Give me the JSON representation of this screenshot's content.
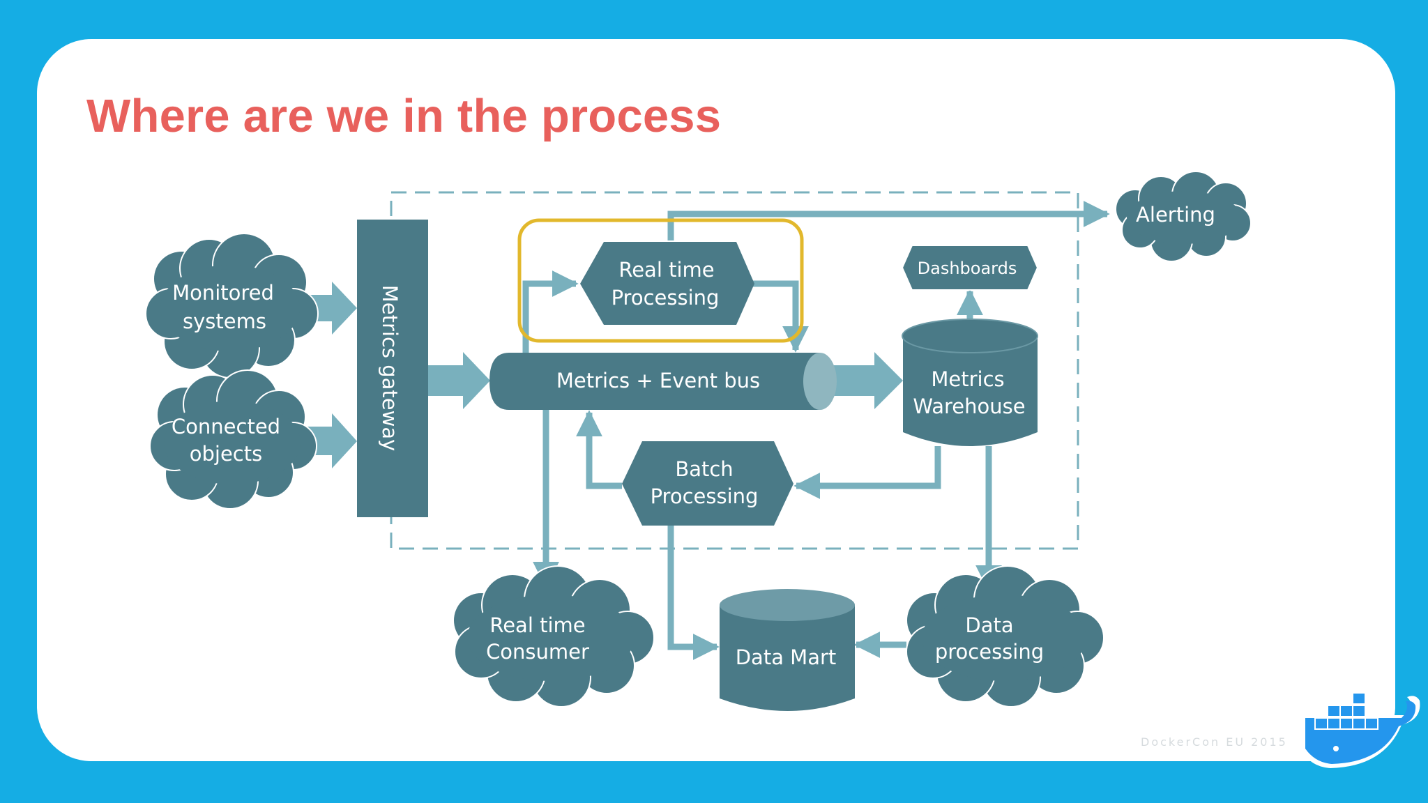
{
  "slide": {
    "title": "Where are we in the process",
    "footer": "DockerCon EU 2015"
  },
  "colors": {
    "background": "#15ade4",
    "title": "#e8605c",
    "node": "#4a7a87",
    "connector": "#79b0bd",
    "highlight": "#e2b82c"
  },
  "diagram": {
    "nodes": {
      "monitored_systems": [
        "Monitored",
        "systems"
      ],
      "connected_objects": [
        "Connected",
        "objects"
      ],
      "metrics_gateway": "Metrics gateway",
      "real_time_processing": [
        "Real time",
        "Processing"
      ],
      "dashboards": "Dashboards",
      "alerting": "Alerting",
      "event_bus": "Metrics  + Event bus",
      "metrics_warehouse": [
        "Metrics",
        "Warehouse"
      ],
      "batch_processing": [
        "Batch",
        "Processing"
      ],
      "real_time_consumer": [
        "Real time",
        "Consumer"
      ],
      "data_mart": "Data Mart",
      "data_processing": [
        "Data",
        "processing"
      ]
    },
    "highlighted_node": "Real time Processing"
  },
  "logo": {
    "icon": "docker-whale-icon"
  }
}
